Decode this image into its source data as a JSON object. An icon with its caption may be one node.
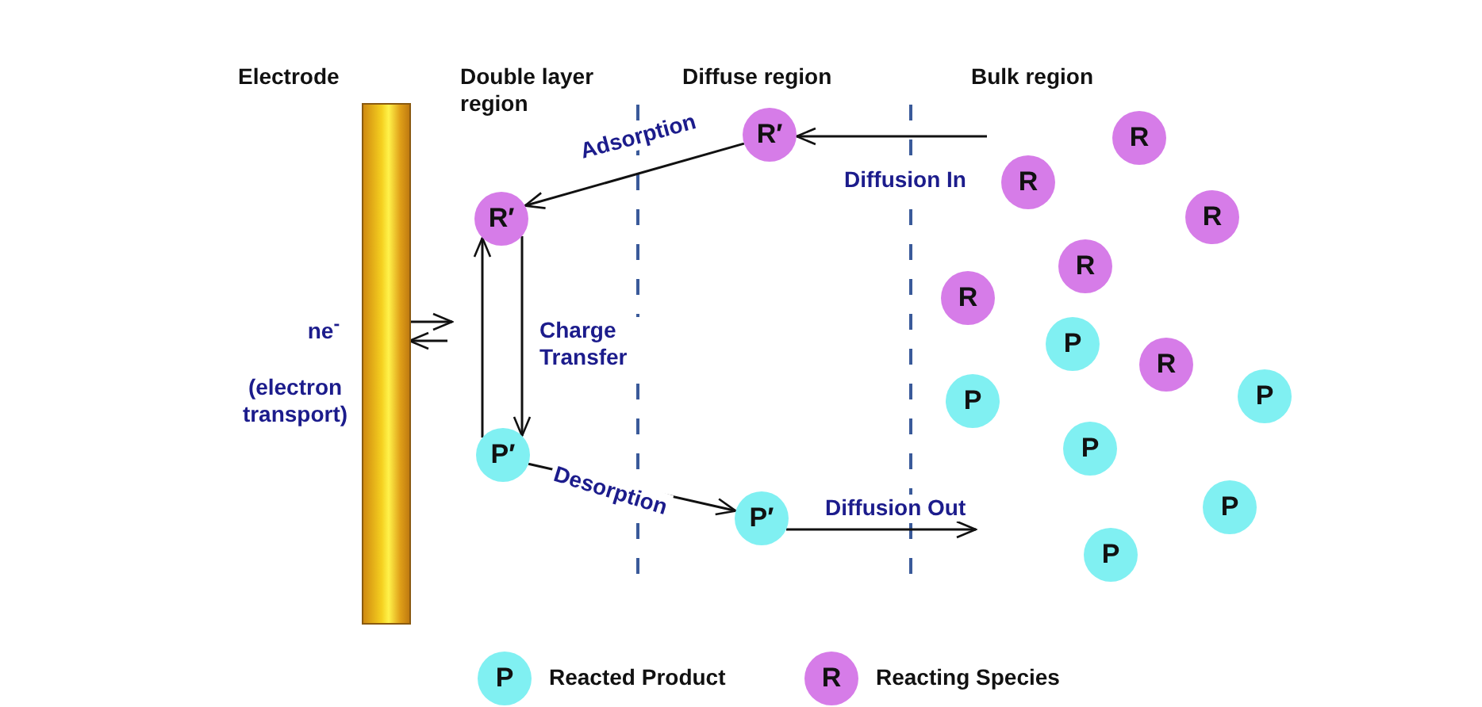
{
  "diagram": {
    "nodes": [
      {
        "text": [],
        "shape": "bar"
      },
      {
        "text": [
          "R′"
        ]
      },
      {
        "text": [
          "P′"
        ]
      },
      {
        "text": [
          "R′"
        ]
      },
      {
        "text": [
          "P′"
        ]
      },
      {
        "text": [
          "R"
        ]
      },
      {
        "text": [
          "R"
        ]
      },
      {
        "text": [
          "R"
        ]
      },
      {
        "text": [
          "R"
        ]
      },
      {
        "text": [
          "R"
        ]
      },
      {
        "text": [
          "P"
        ]
      },
      {
        "text": [
          "R"
        ]
      },
      {
        "text": [
          "P"
        ]
      },
      {
        "text": [
          "P"
        ]
      },
      {
        "text": [
          "P"
        ]
      },
      {
        "text": [
          "P"
        ]
      },
      {
        "text": [
          "P"
        ]
      }
    ],
    "edges": [
      {
        "from": null,
        "to": 3,
        "arrow": "to",
        "label": "Diffusion In"
      },
      {
        "from": 3,
        "to": 1,
        "arrow": "to",
        "label": "Adsorption"
      },
      {
        "from": 2,
        "to": 1,
        "arrow": "to"
      },
      {
        "from": 1,
        "to": 2,
        "arrow": "to",
        "label": "Charge Transfer"
      },
      {
        "from": 2,
        "to": 4,
        "arrow": "to",
        "label": "Desorption"
      },
      {
        "from": 4,
        "to": null,
        "arrow": "to",
        "label": "Diffusion Out"
      },
      {
        "from": 0,
        "to": null,
        "arrow": "to"
      },
      {
        "from": null,
        "to": 0,
        "arrow": "to"
      }
    ],
    "labels": [
      "Electrode",
      "Double layer region",
      "Diffuse region",
      "Bulk region",
      "ne$^{-}$",
      "(electron transport)",
      "P",
      "R"
    ],
    "legend": [
      {
        "text": "Reacted Product",
        "color": "#80f0f2"
      },
      {
        "text": "Reacting Species",
        "color": "#d67ce8"
      }
    ]
  }
}
